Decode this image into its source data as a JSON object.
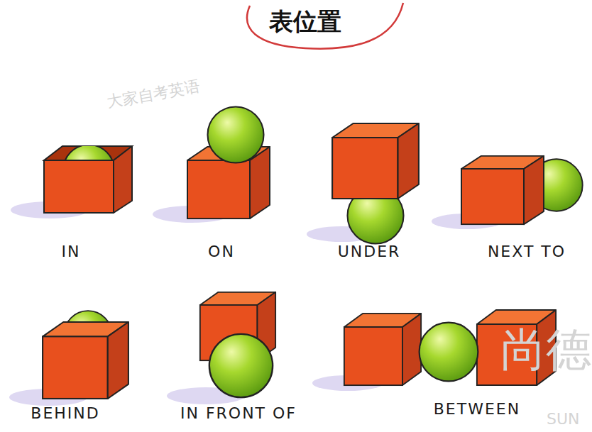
{
  "diagram": {
    "title": "表位置",
    "labels": [
      "IN",
      "ON",
      "UNDER",
      "NEXT TO",
      "BEHIND",
      "IN FRONT OF",
      "BETWEEN",
      "大家自考英语",
      "尚德",
      "SUN"
    ]
  }
}
